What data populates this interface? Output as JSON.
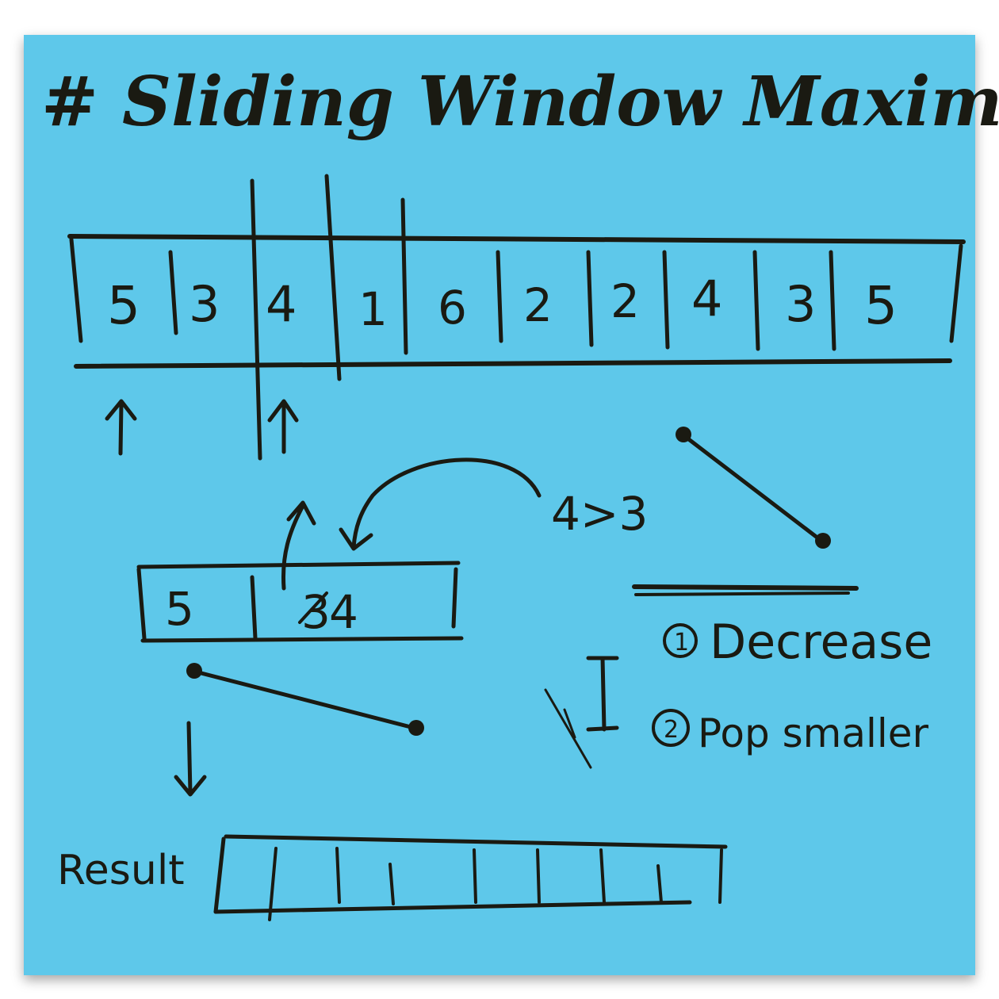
{
  "title": "# Sliding Window Maximum",
  "array": [
    "5",
    "3",
    "4",
    "1",
    "6",
    "2",
    "2",
    "4",
    "3",
    "5"
  ],
  "deque": {
    "first": "5",
    "second_struck": "3",
    "second": "4"
  },
  "comparison": "4>3",
  "rules": [
    {
      "num": "1",
      "text": "Decrease"
    },
    {
      "num": "2",
      "text": "Pop smaller"
    }
  ],
  "result_label": "Result",
  "colors": {
    "paper": "#5ec8ea",
    "ink": "#1a1a12"
  }
}
